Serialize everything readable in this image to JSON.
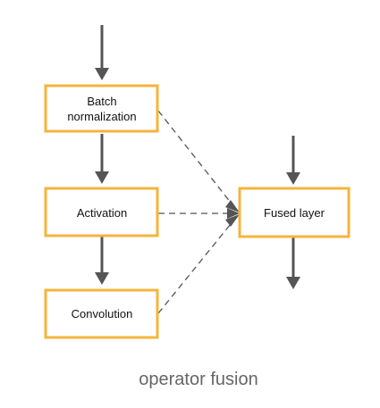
{
  "diagram": {
    "nodes": {
      "batch_norm": {
        "line1": "Batch",
        "line2": "normalization"
      },
      "activation": {
        "label": "Activation"
      },
      "convolution": {
        "label": "Convolution"
      },
      "fused_layer": {
        "label": "Fused layer"
      }
    },
    "caption": "operator fusion",
    "colors": {
      "box_border": "#f5b43c",
      "arrow": "#555555",
      "caption": "#666666"
    }
  }
}
